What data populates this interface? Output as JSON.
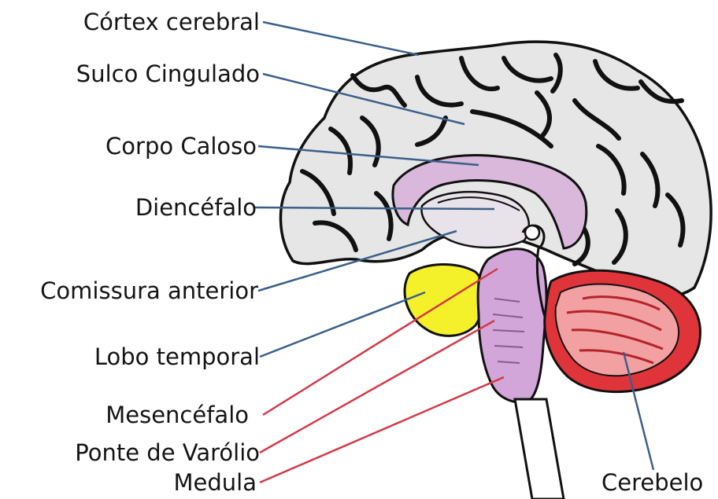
{
  "labels": {
    "cortex": "Córtex cerebral",
    "sulco": "Sulco Cingulado",
    "corpo": "Corpo Caloso",
    "diencefalo": "Diencéfalo",
    "comissura": "Comissura anterior",
    "lobo": "Lobo temporal",
    "mesencefalo": "Mesencéfalo",
    "ponte": "Ponte de Varólio",
    "medula": "Medula",
    "cerebelo": "Cerebelo"
  },
  "colors": {
    "cortex_fill": "#e6e6e6",
    "sulci": "#111111",
    "corpus_callosum": "#d9b8dc",
    "brainstem": "#d2a6d8",
    "temporal_lobe": "#f4f02a",
    "cerebellum": "#e0343b",
    "cerebellum_inner": "#f2a0a2",
    "leader_blue": "#3a5f8a",
    "leader_red": "#d23a46"
  }
}
